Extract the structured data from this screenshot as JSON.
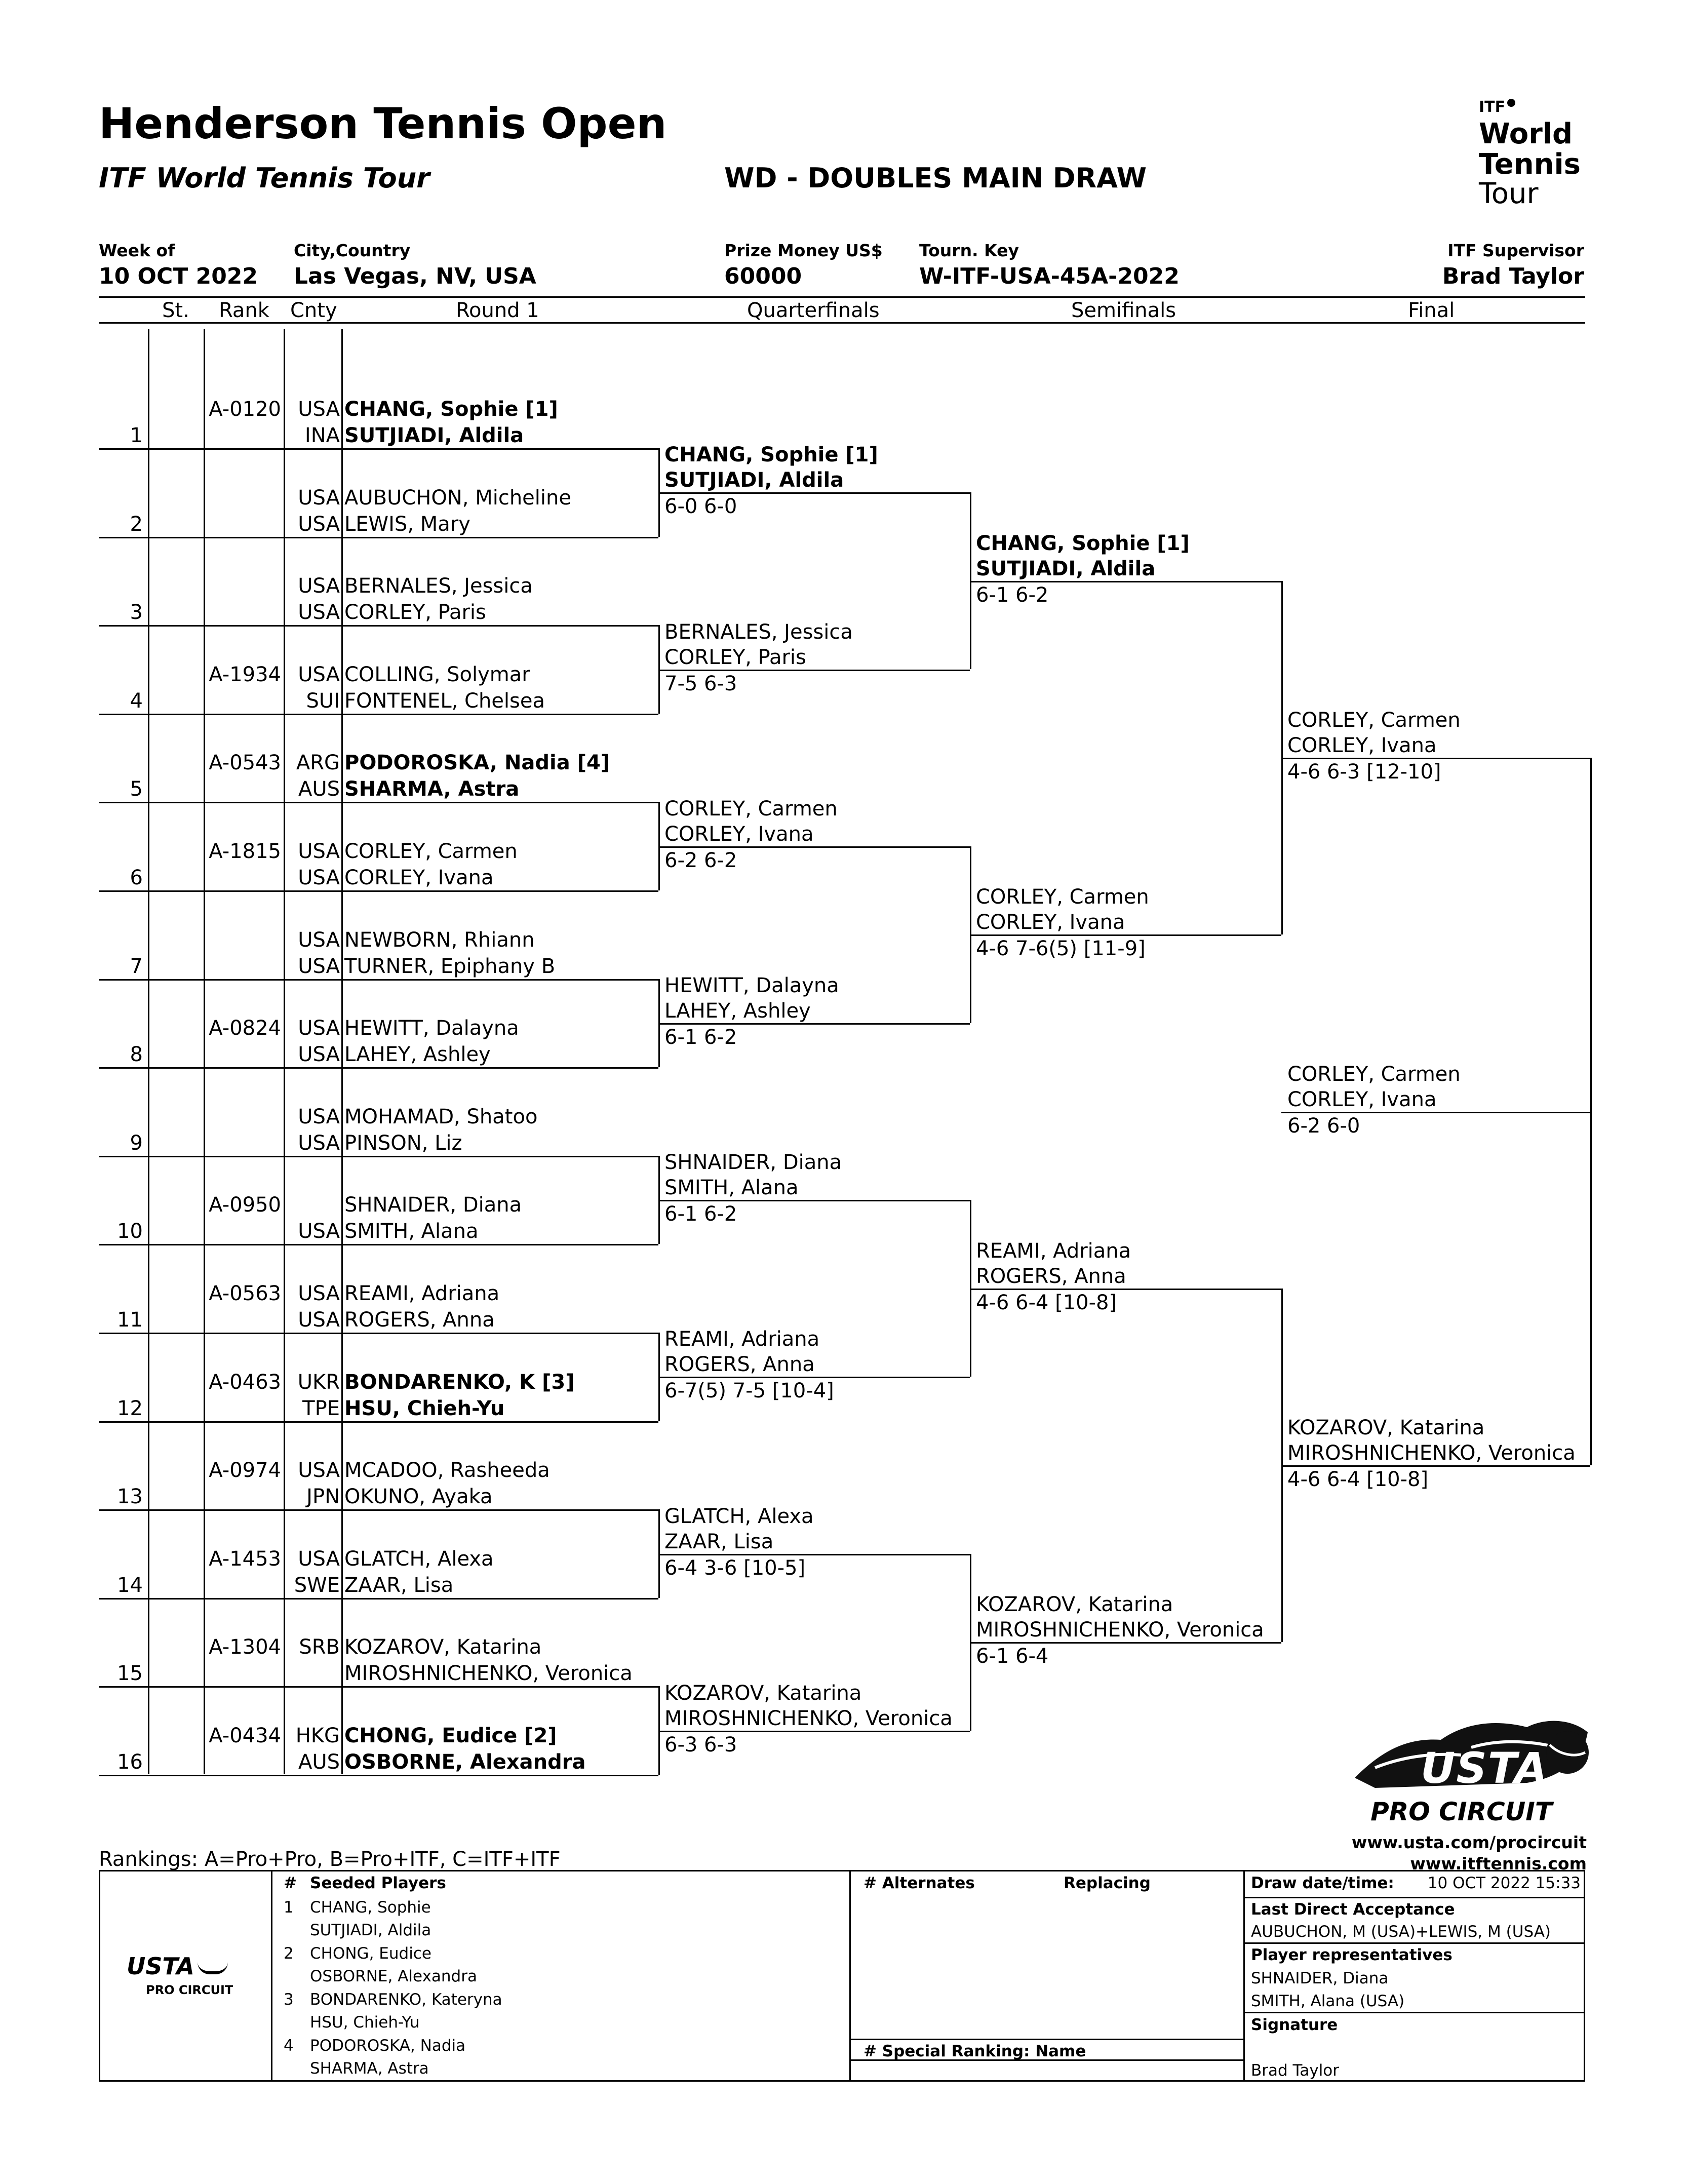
{
  "header": {
    "title": "Henderson Tennis Open",
    "subtitle": "ITF World Tennis Tour",
    "draw_type": "WD - DOUBLES MAIN DRAW",
    "logo_line1": "ITF",
    "logo_line2": "World",
    "logo_line3": "Tennis",
    "logo_line4": "Tour"
  },
  "info": {
    "week_label": "Week of",
    "week_value": "10 OCT 2022",
    "city_label": "City,Country",
    "city_value": "Las Vegas, NV, USA",
    "prize_label": "Prize Money US$",
    "prize_value": "60000",
    "key_label": "Tourn. Key",
    "key_value": "W-ITF-USA-45A-2022",
    "supervisor_label": "ITF Supervisor",
    "supervisor_value": "Brad Taylor"
  },
  "columns": {
    "st": "St.",
    "rank": "Rank",
    "cnty": "Cnty",
    "r1": "Round 1",
    "qf": "Quarterfinals",
    "sf": "Semifinals",
    "final": "Final"
  },
  "draw": [
    {
      "num": "1",
      "rank": "A-0120",
      "c1": "USA",
      "c2": "INA",
      "p1": "CHANG, Sophie [1]",
      "p2": "SUTJIADI, Aldila"
    },
    {
      "num": "2",
      "rank": "",
      "c1": "USA",
      "c2": "USA",
      "p1": "AUBUCHON, Micheline",
      "p2": "LEWIS, Mary"
    },
    {
      "num": "3",
      "rank": "",
      "c1": "USA",
      "c2": "USA",
      "p1": "BERNALES, Jessica",
      "p2": "CORLEY, Paris"
    },
    {
      "num": "4",
      "rank": "A-1934",
      "c1": "USA",
      "c2": "SUI",
      "p1": "COLLING, Solymar",
      "p2": "FONTENEL, Chelsea"
    },
    {
      "num": "5",
      "rank": "A-0543",
      "c1": "ARG",
      "c2": "AUS",
      "p1": "PODOROSKA, Nadia [4]",
      "p2": "SHARMA, Astra"
    },
    {
      "num": "6",
      "rank": "A-1815",
      "c1": "USA",
      "c2": "USA",
      "p1": "CORLEY, Carmen",
      "p2": "CORLEY, Ivana"
    },
    {
      "num": "7",
      "rank": "",
      "c1": "USA",
      "c2": "USA",
      "p1": "NEWBORN, Rhiann",
      "p2": "TURNER, Epiphany B"
    },
    {
      "num": "8",
      "rank": "A-0824",
      "c1": "USA",
      "c2": "USA",
      "p1": "HEWITT, Dalayna",
      "p2": "LAHEY, Ashley"
    },
    {
      "num": "9",
      "rank": "",
      "c1": "USA",
      "c2": "USA",
      "p1": "MOHAMAD, Shatoo",
      "p2": "PINSON, Liz"
    },
    {
      "num": "10",
      "rank": "A-0950",
      "c1": "",
      "c2": "USA",
      "p1": "SHNAIDER, Diana",
      "p2": "SMITH, Alana"
    },
    {
      "num": "11",
      "rank": "A-0563",
      "c1": "USA",
      "c2": "USA",
      "p1": "REAMI, Adriana",
      "p2": "ROGERS, Anna"
    },
    {
      "num": "12",
      "rank": "A-0463",
      "c1": "UKR",
      "c2": "TPE",
      "p1": "BONDARENKO, K [3]",
      "p2": "HSU, Chieh-Yu"
    },
    {
      "num": "13",
      "rank": "A-0974",
      "c1": "USA",
      "c2": "JPN",
      "p1": "MCADOO, Rasheeda",
      "p2": "OKUNO, Ayaka"
    },
    {
      "num": "14",
      "rank": "A-1453",
      "c1": "USA",
      "c2": "SWE",
      "p1": "GLATCH, Alexa",
      "p2": "ZAAR, Lisa"
    },
    {
      "num": "15",
      "rank": "A-1304",
      "c1": "SRB",
      "c2": "",
      "p1": "KOZAROV, Katarina",
      "p2": "MIROSHNICHENKO, Veronica"
    },
    {
      "num": "16",
      "rank": "A-0434",
      "c1": "HKG",
      "c2": "AUS",
      "p1": "CHONG, Eudice [2]",
      "p2": "OSBORNE, Alexandra"
    }
  ],
  "qf": [
    {
      "p1": "CHANG, Sophie [1]",
      "p2": "SUTJIADI, Aldila",
      "score": "6-0 6-0"
    },
    {
      "p1": "BERNALES, Jessica",
      "p2": "CORLEY, Paris",
      "score": "7-5 6-3"
    },
    {
      "p1": "CORLEY, Carmen",
      "p2": "CORLEY, Ivana",
      "score": "6-2 6-2"
    },
    {
      "p1": "HEWITT, Dalayna",
      "p2": "LAHEY, Ashley",
      "score": "6-1 6-2"
    },
    {
      "p1": "SHNAIDER, Diana",
      "p2": "SMITH, Alana",
      "score": "6-1 6-2"
    },
    {
      "p1": "REAMI, Adriana",
      "p2": "ROGERS, Anna",
      "score": "6-7(5) 7-5 [10-4]"
    },
    {
      "p1": "GLATCH, Alexa",
      "p2": "ZAAR, Lisa",
      "score": "6-4 3-6 [10-5]"
    },
    {
      "p1": "KOZAROV, Katarina",
      "p2": "MIROSHNICHENKO, Veronica",
      "score": "6-3 6-3"
    }
  ],
  "sf": [
    {
      "p1": "CHANG, Sophie [1]",
      "p2": "SUTJIADI, Aldila",
      "score": "6-1 6-2"
    },
    {
      "p1": "CORLEY, Carmen",
      "p2": "CORLEY, Ivana",
      "score": "4-6 7-6(5) [11-9]"
    },
    {
      "p1": "REAMI, Adriana",
      "p2": "ROGERS, Anna",
      "score": "4-6 6-4 [10-8]"
    },
    {
      "p1": "KOZAROV, Katarina",
      "p2": "MIROSHNICHENKO, Veronica",
      "score": "6-1 6-4"
    }
  ],
  "final": [
    {
      "p1": "CORLEY, Carmen",
      "p2": "CORLEY, Ivana",
      "score": "4-6 6-3 [12-10]"
    },
    {
      "p1": "KOZAROV, Katarina",
      "p2": "MIROSHNICHENKO, Veronica",
      "score": "4-6 6-4 [10-8]"
    }
  ],
  "winner": {
    "p1": "CORLEY, Carmen",
    "p2": "CORLEY, Ivana",
    "score": "6-2 6-0"
  },
  "usta": {
    "brand": "USTA",
    "circuit": "PRO CIRCUIT",
    "url1": "www.usta.com/procircuit",
    "url2": "www.itftennis.com"
  },
  "rankings_note": "Rankings: A=Pro+Pro, B=Pro+ITF, C=ITF+ITF",
  "footer": {
    "logo_brand": "USTA",
    "logo_sub": "PRO CIRCUIT",
    "seeded_hash": "#",
    "seeded_title": "Seeded Players",
    "seeds": [
      {
        "n": "1",
        "a": "CHANG, Sophie",
        "b": "SUTJIADI, Aldila"
      },
      {
        "n": "2",
        "a": "CHONG, Eudice",
        "b": "OSBORNE, Alexandra"
      },
      {
        "n": "3",
        "a": "BONDARENKO, Kateryna",
        "b": "HSU, Chieh-Yu"
      },
      {
        "n": "4",
        "a": "PODOROSKA, Nadia",
        "b": "SHARMA, Astra"
      }
    ],
    "alternates_title": "# Alternates",
    "replacing_title": "Replacing",
    "special_ranking_title": "# Special Ranking: Name",
    "draw_date_label": "Draw date/time:",
    "draw_date_value": "10 OCT 2022 15:33",
    "lda_label": "Last Direct Acceptance",
    "lda_value": "AUBUCHON, M (USA)+LEWIS, M (USA)",
    "reps_label": "Player representatives",
    "rep1": "SHNAIDER, Diana",
    "rep2": "SMITH, Alana (USA)",
    "signature_label": "Signature",
    "signature_value": "Brad Taylor"
  }
}
